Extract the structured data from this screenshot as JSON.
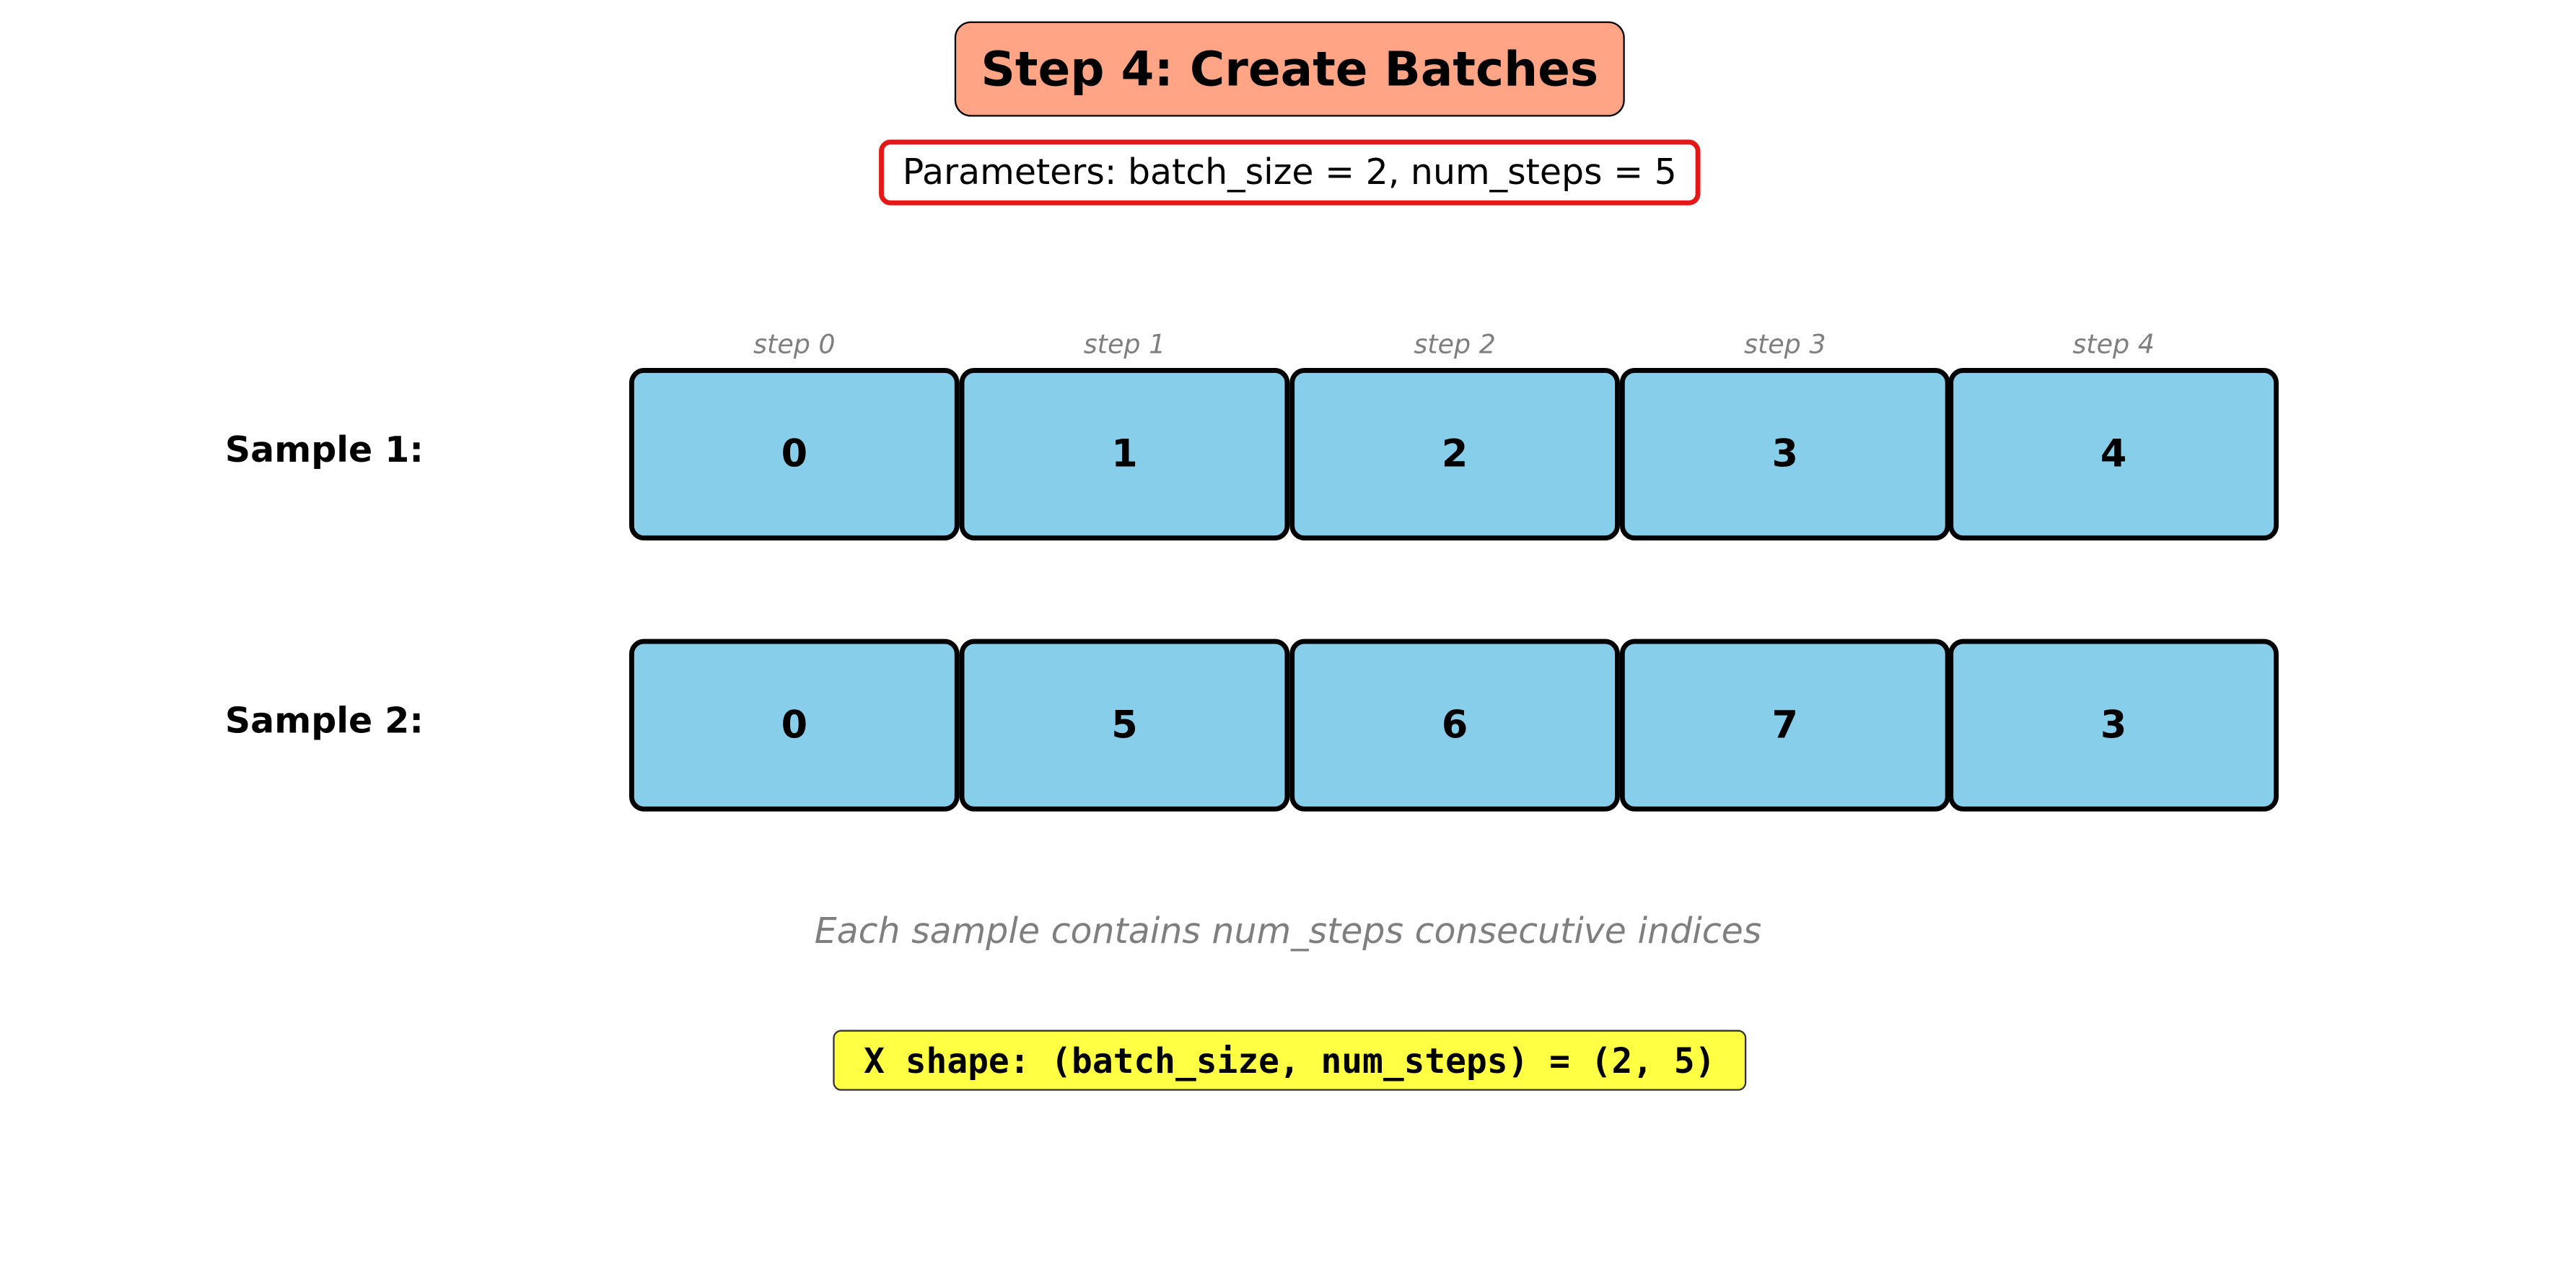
{
  "title": "Step 4: Create Batches",
  "parameters": "Parameters: batch_size = 2, num_steps = 5",
  "steps": [
    "step 0",
    "step 1",
    "step 2",
    "step 3",
    "step 4"
  ],
  "samples": [
    {
      "label": "Sample 1:",
      "values": [
        "0",
        "1",
        "2",
        "3",
        "4"
      ]
    },
    {
      "label": "Sample 2:",
      "values": [
        "0",
        "5",
        "6",
        "7",
        "3"
      ]
    }
  ],
  "note": "Each sample contains num_steps consecutive indices",
  "shape_text": "X shape: (batch_size, num_steps) = (2, 5)",
  "colors": {
    "title_bg": "#ffa585",
    "params_border": "#e51717",
    "cell_fill": "#87ceeb",
    "shape_bg": "#ffff44",
    "muted_text": "#7f7f7f"
  }
}
